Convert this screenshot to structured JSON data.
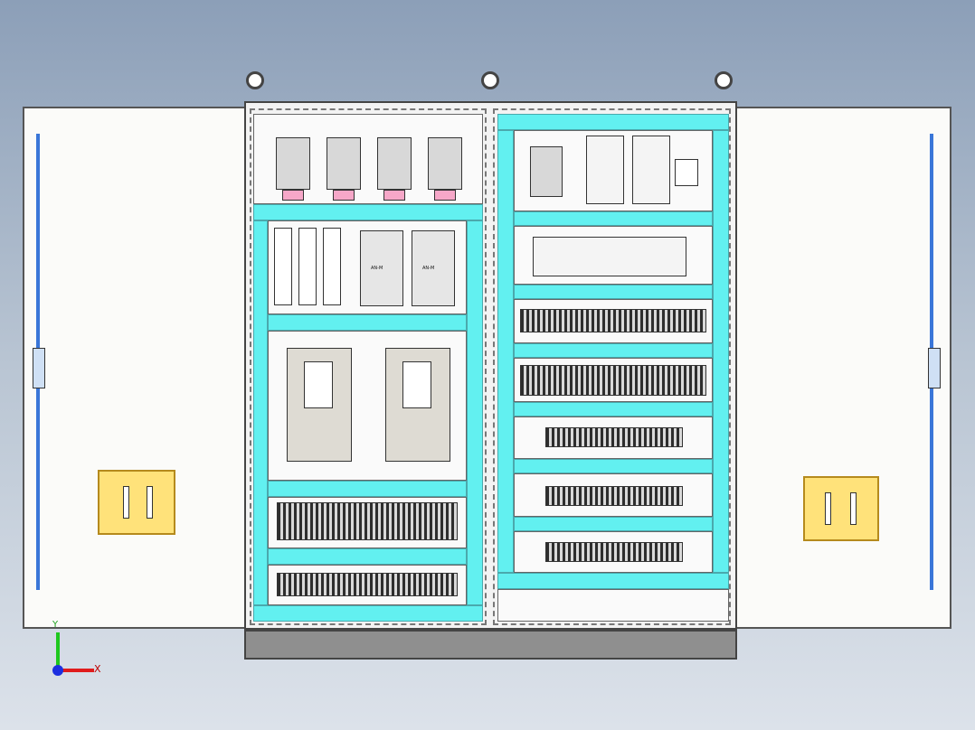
{
  "axes": {
    "x_label": "X",
    "y_label": "Y"
  },
  "contactor": {
    "label": "AN-M"
  },
  "colors": {
    "rail": "#62f0f0",
    "door": "#fbfbf9",
    "handle": "#ffe27a",
    "axis_x": "#e01c1c",
    "axis_y": "#1ec81e",
    "axis_origin": "#1c2fe0"
  },
  "icons": [
    "lifting-eye-icon",
    "door-hinge-icon",
    "door-handle-icon",
    "axis-triad-icon"
  ]
}
